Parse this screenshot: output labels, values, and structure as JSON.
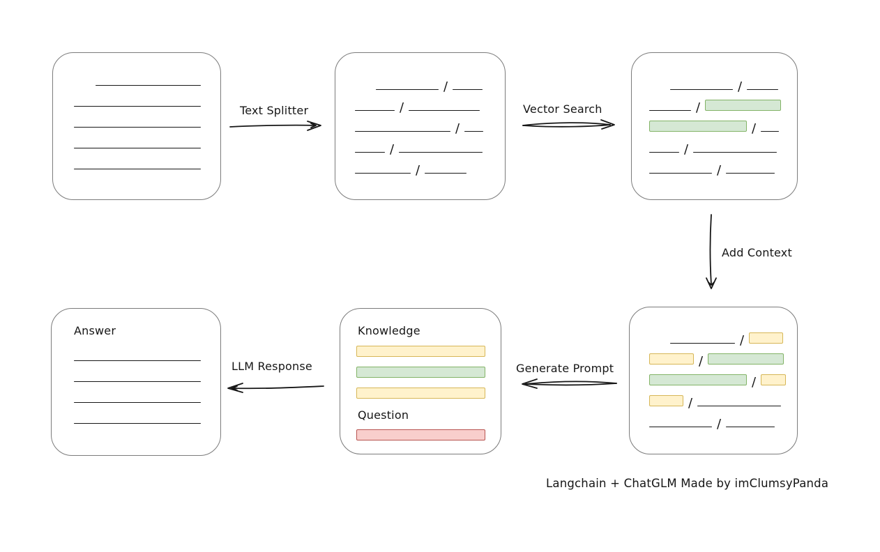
{
  "labels": {
    "text_splitter": "Text Splitter",
    "vector_search": "Vector Search",
    "add_context": "Add Context",
    "generate_prompt": "Generate Prompt",
    "llm_response": "LLM Response"
  },
  "prompt_box": {
    "knowledge": "Knowledge",
    "question": "Question"
  },
  "answer_box": {
    "title": "Answer"
  },
  "caption": "Langchain + ChatGLM Made by imClumsyPanda",
  "glyphs": {
    "slash": "/"
  },
  "colors": {
    "green_fill": "#d5e8d4",
    "green_border": "#82b366",
    "yellow_fill": "#fff2cc",
    "yellow_border": "#d6b656",
    "red_fill": "#f8cecc",
    "red_border": "#b85450",
    "box_border": "#7b7b7b",
    "line_color": "#161616",
    "text_color": "#161616"
  }
}
